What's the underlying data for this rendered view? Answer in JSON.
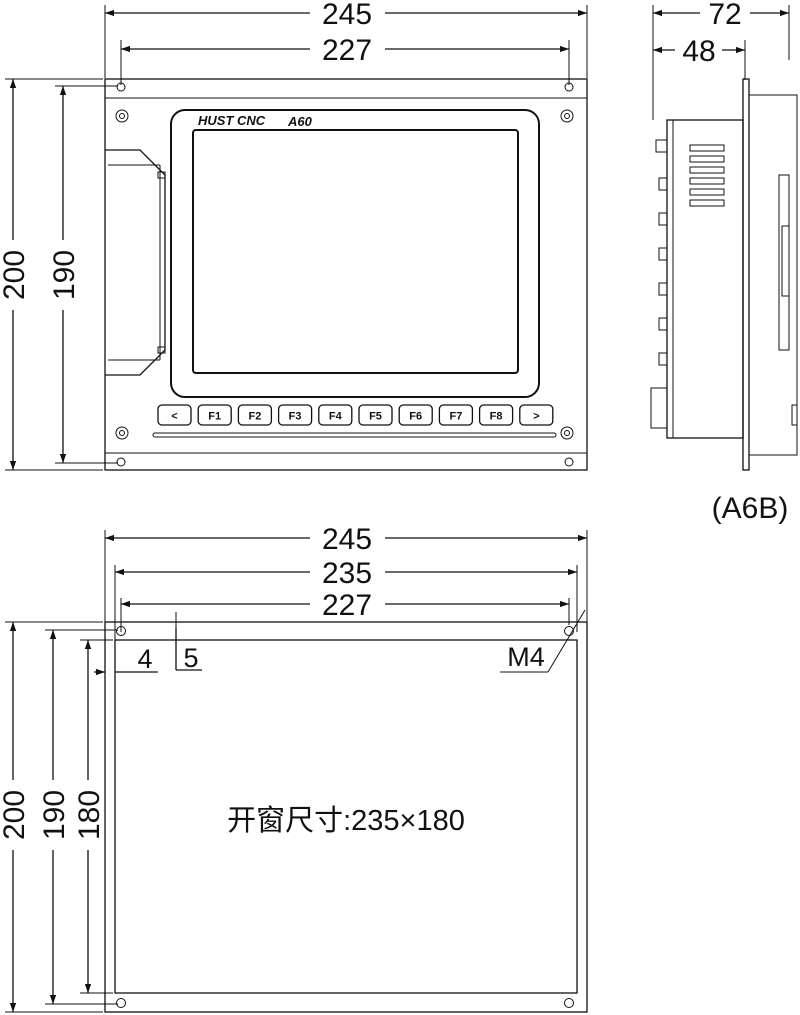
{
  "front_view": {
    "dim_width_outer": "245",
    "dim_width_holes": "227",
    "dim_height_outer": "200",
    "dim_height_holes": "190",
    "brand_logo_text": "HUST CNC",
    "model_text": "A60",
    "softkeys": [
      "<",
      "F1",
      "F2",
      "F3",
      "F4",
      "F5",
      "F6",
      "F7",
      "F8",
      ">"
    ]
  },
  "side_view": {
    "dim_depth_total": "72",
    "dim_depth_body": "48",
    "caption": "(A6B)"
  },
  "cutout_view": {
    "dim_width_outer": "245",
    "dim_width_cutout": "235",
    "dim_width_holes": "227",
    "dim_offset_left": "4",
    "dim_offset_hole": "5",
    "thread_label": "M4",
    "dim_height_outer": "200",
    "dim_height_holes": "190",
    "dim_height_cutout": "180",
    "cutout_note": "开窗尺寸:235×180"
  }
}
